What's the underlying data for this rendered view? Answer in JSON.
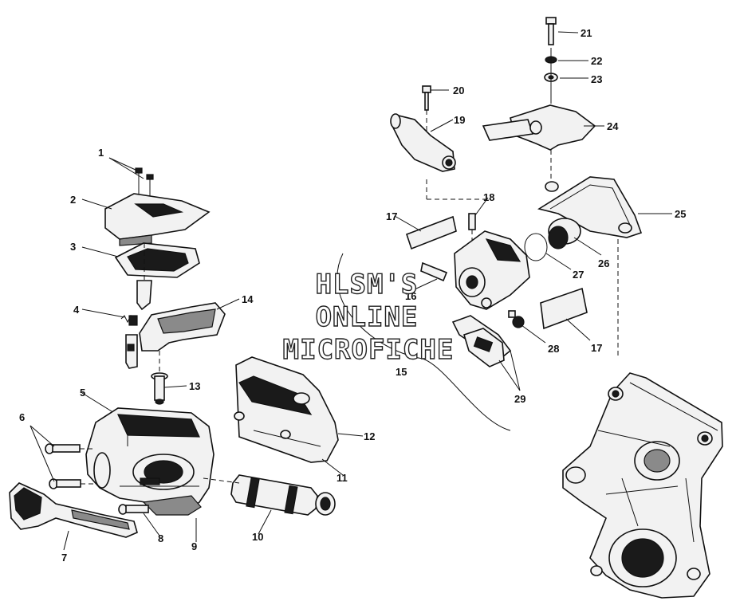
{
  "watermark": {
    "line1": "HLSM'S",
    "line2": "ONLINE",
    "line3": "MICROFICHE"
  },
  "callouts": [
    "1",
    "2",
    "3",
    "4",
    "5",
    "6",
    "7",
    "8",
    "9",
    "10",
    "11",
    "12",
    "13",
    "14",
    "15",
    "16",
    "17",
    "17",
    "18",
    "19",
    "20",
    "21",
    "22",
    "23",
    "24",
    "25",
    "26",
    "27",
    "28",
    "29"
  ]
}
